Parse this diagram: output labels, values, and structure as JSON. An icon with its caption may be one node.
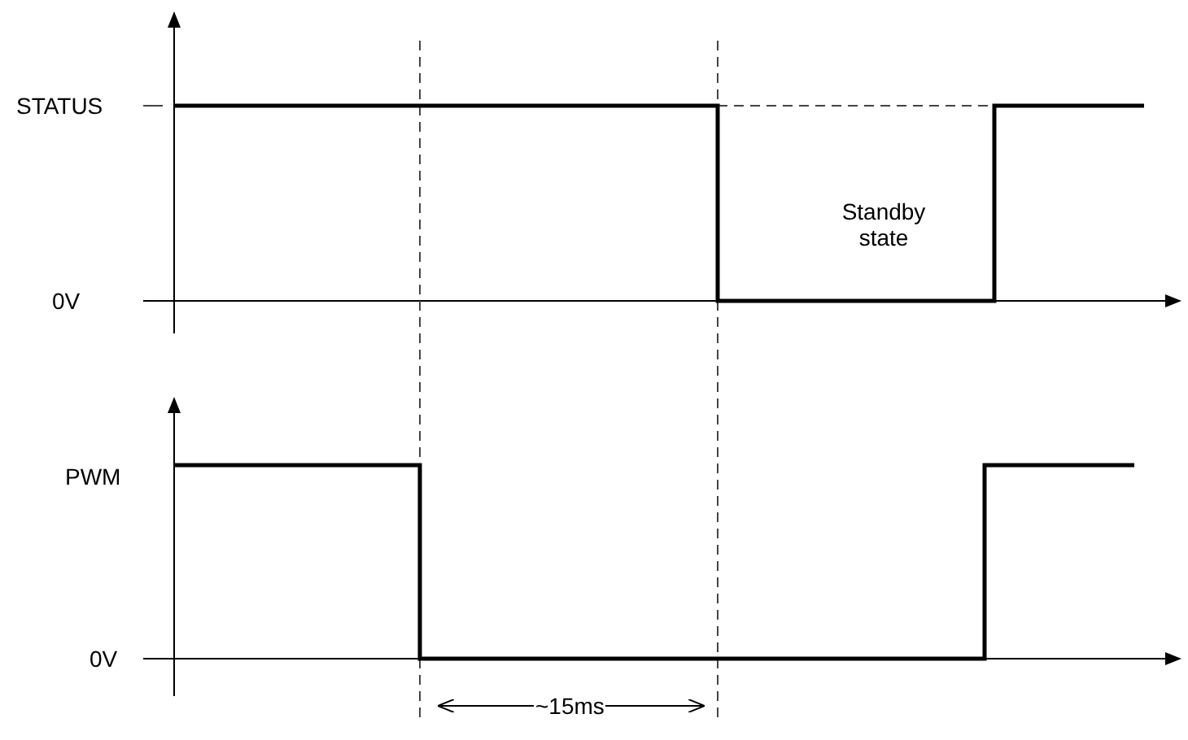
{
  "diagram": {
    "labels": [
      "STATUS",
      "0V",
      "Standby state",
      "PWM",
      "0V",
      "~15ms"
    ]
  }
}
